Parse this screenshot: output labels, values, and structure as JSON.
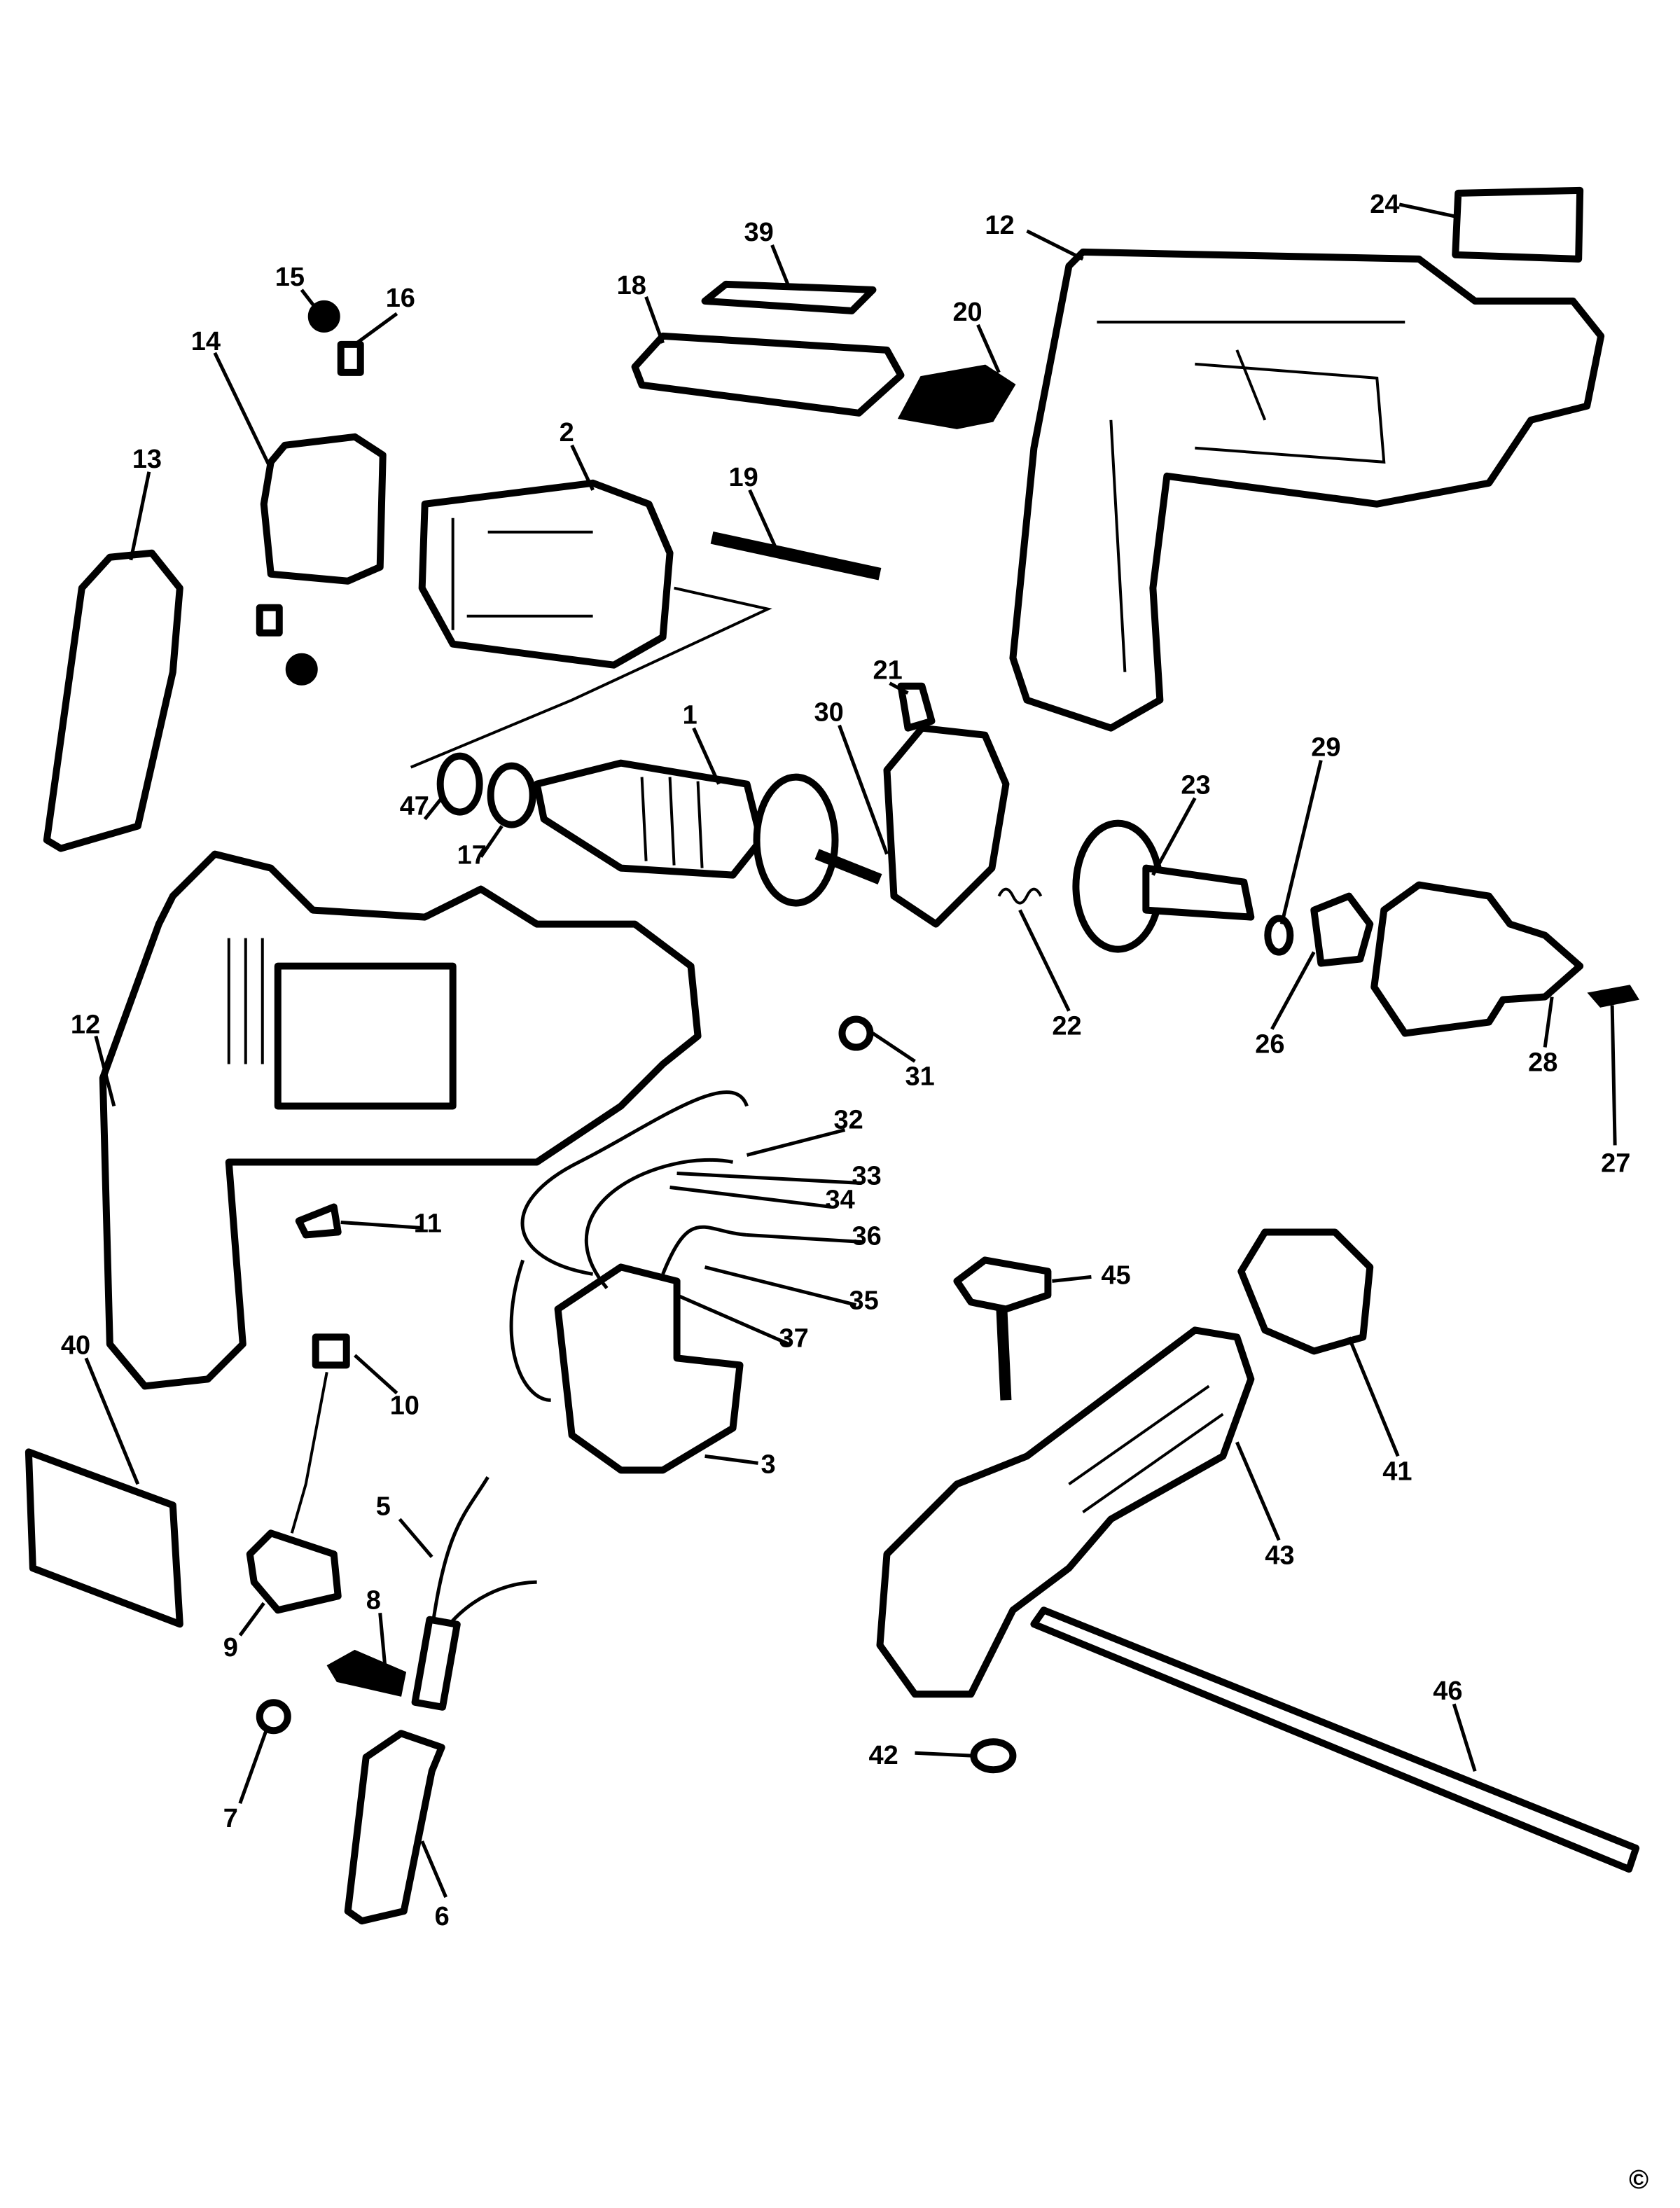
{
  "diagram": {
    "type": "exploded-parts-diagram",
    "labels": [
      "24",
      "12",
      "39",
      "18",
      "20",
      "15",
      "16",
      "14",
      "2",
      "19",
      "13",
      "1",
      "30",
      "21",
      "23",
      "29",
      "47",
      "17",
      "12",
      "22",
      "31",
      "26",
      "28",
      "27",
      "32",
      "33",
      "34",
      "11",
      "36",
      "45",
      "35",
      "37",
      "40",
      "10",
      "41",
      "3",
      "5",
      "43",
      "8",
      "9",
      "46",
      "42",
      "7",
      "6"
    ],
    "copyright": "©"
  },
  "colors": {
    "ink": "#000000",
    "paper": "#ffffff"
  }
}
